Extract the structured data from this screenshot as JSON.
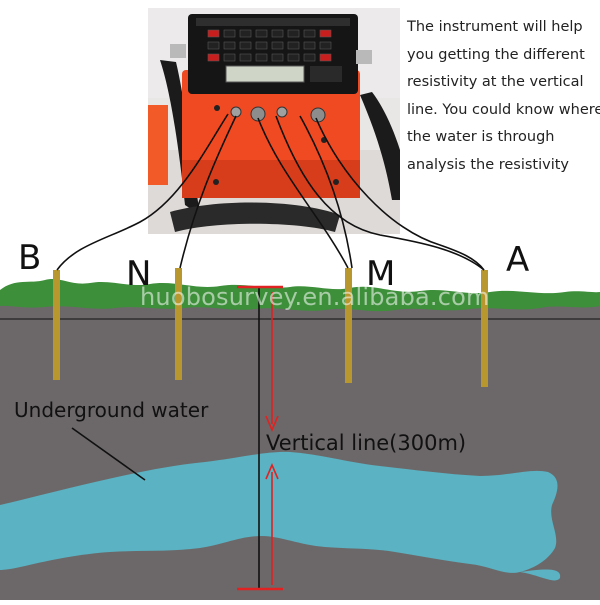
{
  "description": [
    "The instrument will help",
    "you getting the different",
    "resistivity at the vertical",
    "line. You could know where",
    "the water is through",
    "analysis the resistivity"
  ],
  "electrodes": {
    "b": "B",
    "n": "N",
    "m": "M",
    "a": "A"
  },
  "water_label": "Underground water",
  "vertical_label": "Vertical line(300m)",
  "watermark": "huobosurvey.en.alibaba.com",
  "colors": {
    "soil": "#6c6869",
    "grass": "#3d8f3a",
    "water": "#5ab2c2",
    "electrode": "#b8982e",
    "instrument": "#f04a23",
    "marker": "#e02222"
  }
}
